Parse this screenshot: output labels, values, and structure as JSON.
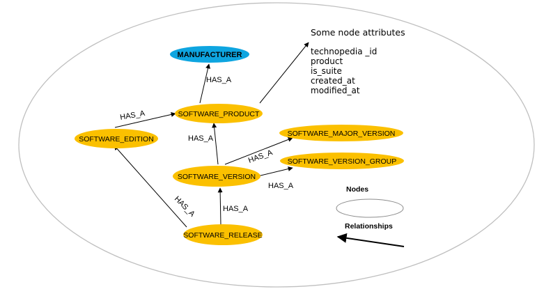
{
  "nodes": {
    "manufacturer": "MANUFACTURER",
    "software_product": "SOFTWARE_PRODUCT",
    "software_edition": "SOFTWARE_EDITION",
    "software_version": "SOFTWARE_VERSION",
    "software_release": "SOFTWARE_RELEASE",
    "software_major_version": "SOFTWARE_MAJOR_VERSION",
    "software_version_group": "SOFTWARE_VERSION_GROUP"
  },
  "relationships": {
    "product_to_manufacturer": "HAS_A",
    "edition_to_product": "HAS_A",
    "version_to_product": "HAS_A",
    "version_to_major": "HAS_A",
    "version_to_group": "HAS_A",
    "release_to_edition": "HAS_A",
    "release_to_version": "HAS_A"
  },
  "attributes": {
    "title": "Some node attributes",
    "items": [
      "technopedia _id",
      "product",
      "is_suite",
      "created_at",
      "modified_at"
    ]
  },
  "legend": {
    "nodes_label": "Nodes",
    "relationships_label": "Relationships"
  },
  "colors": {
    "node_yellow": "#FBC000",
    "node_blue": "#0EA5E0",
    "outline": "#BFBFBF"
  }
}
